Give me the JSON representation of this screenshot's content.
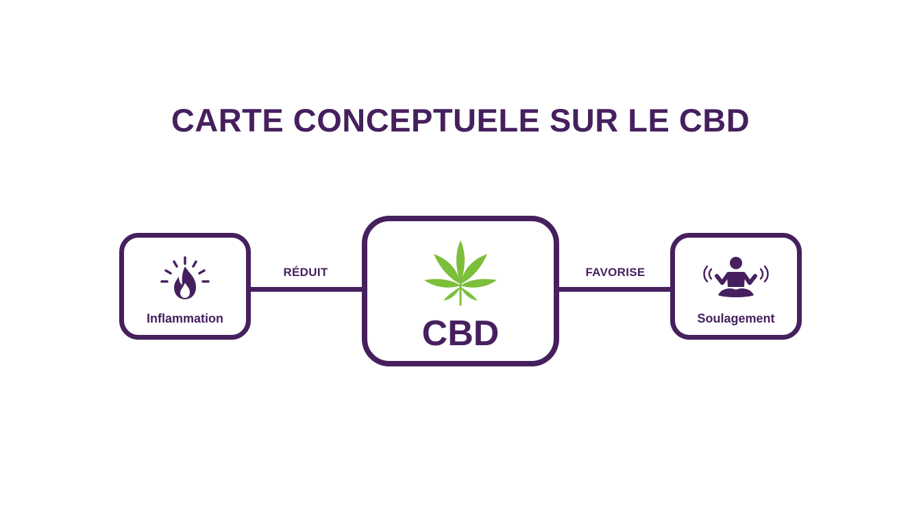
{
  "title": "CARTE CONCEPTUELE SUR LE CBD",
  "colors": {
    "primary": "#46205e",
    "leaf": "#7bbf3a",
    "background": "#ffffff"
  },
  "nodes": {
    "left": {
      "label": "Inflammation",
      "icon": "flame-icon"
    },
    "center": {
      "label": "CBD",
      "icon": "cannabis-leaf-icon"
    },
    "right": {
      "label": "Soulagement",
      "icon": "meditation-icon"
    }
  },
  "edges": {
    "left": {
      "label": "RÉDUIT"
    },
    "right": {
      "label": "FAVORISE"
    }
  }
}
